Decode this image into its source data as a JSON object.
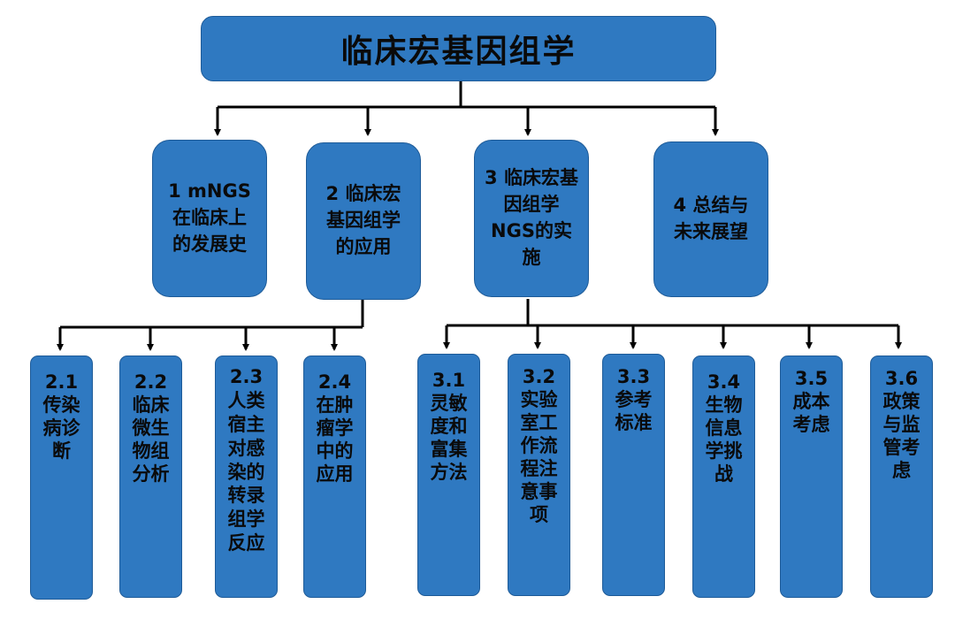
{
  "root": {
    "label": "临床宏基因组学"
  },
  "sections": [
    {
      "label": "1 mNGS\n在临床上\n的发展史"
    },
    {
      "label": "2 临床宏\n基因组学\n的应用"
    },
    {
      "label": "3 临床宏基\n因组学\nNGS的实\n施"
    },
    {
      "label": "4 总结与\n未来展望"
    }
  ],
  "subsections": [
    {
      "label": "2.1\n传染\n病诊\n断"
    },
    {
      "label": "2.2\n临床\n微生\n物组\n分析"
    },
    {
      "label": "2.3\n人类\n宿主\n对感\n染的\n转录\n组学\n反应"
    },
    {
      "label": "2.4\n在肿\n瘤学\n中的\n应用"
    },
    {
      "label": "3.1\n灵敏\n度和\n富集\n方法"
    },
    {
      "label": "3.2\n实验\n室工\n作流\n程注\n意事\n项"
    },
    {
      "label": "3.3\n参考\n标准"
    },
    {
      "label": "3.4\n生物\n信息\n学挑\n战"
    },
    {
      "label": "3.5\n成本\n考虑"
    },
    {
      "label": "3.6\n政策\n与监\n管考\n虑"
    }
  ],
  "colors": {
    "box_fill": "#2f79c1",
    "line": "#000000"
  }
}
